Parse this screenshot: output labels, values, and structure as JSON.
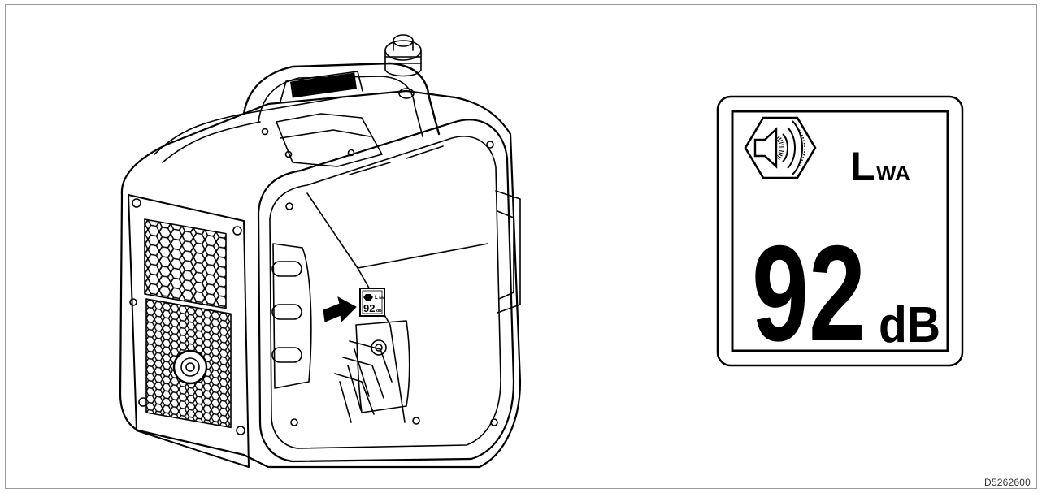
{
  "label": {
    "metric": "L",
    "metric_subscript": "WA",
    "value": "92",
    "unit": "dB"
  },
  "sticker": {
    "value": "92",
    "unit": "dB",
    "metric": "L",
    "metric_subscript": "WA"
  },
  "drawing_id": "D5262600",
  "icons": {
    "label_symbol": "loudspeaker-sound-icon",
    "pointer": "arrow-right-icon"
  },
  "colors": {
    "line": "#000000",
    "background": "#ffffff",
    "frame": "#9a9a9a"
  }
}
